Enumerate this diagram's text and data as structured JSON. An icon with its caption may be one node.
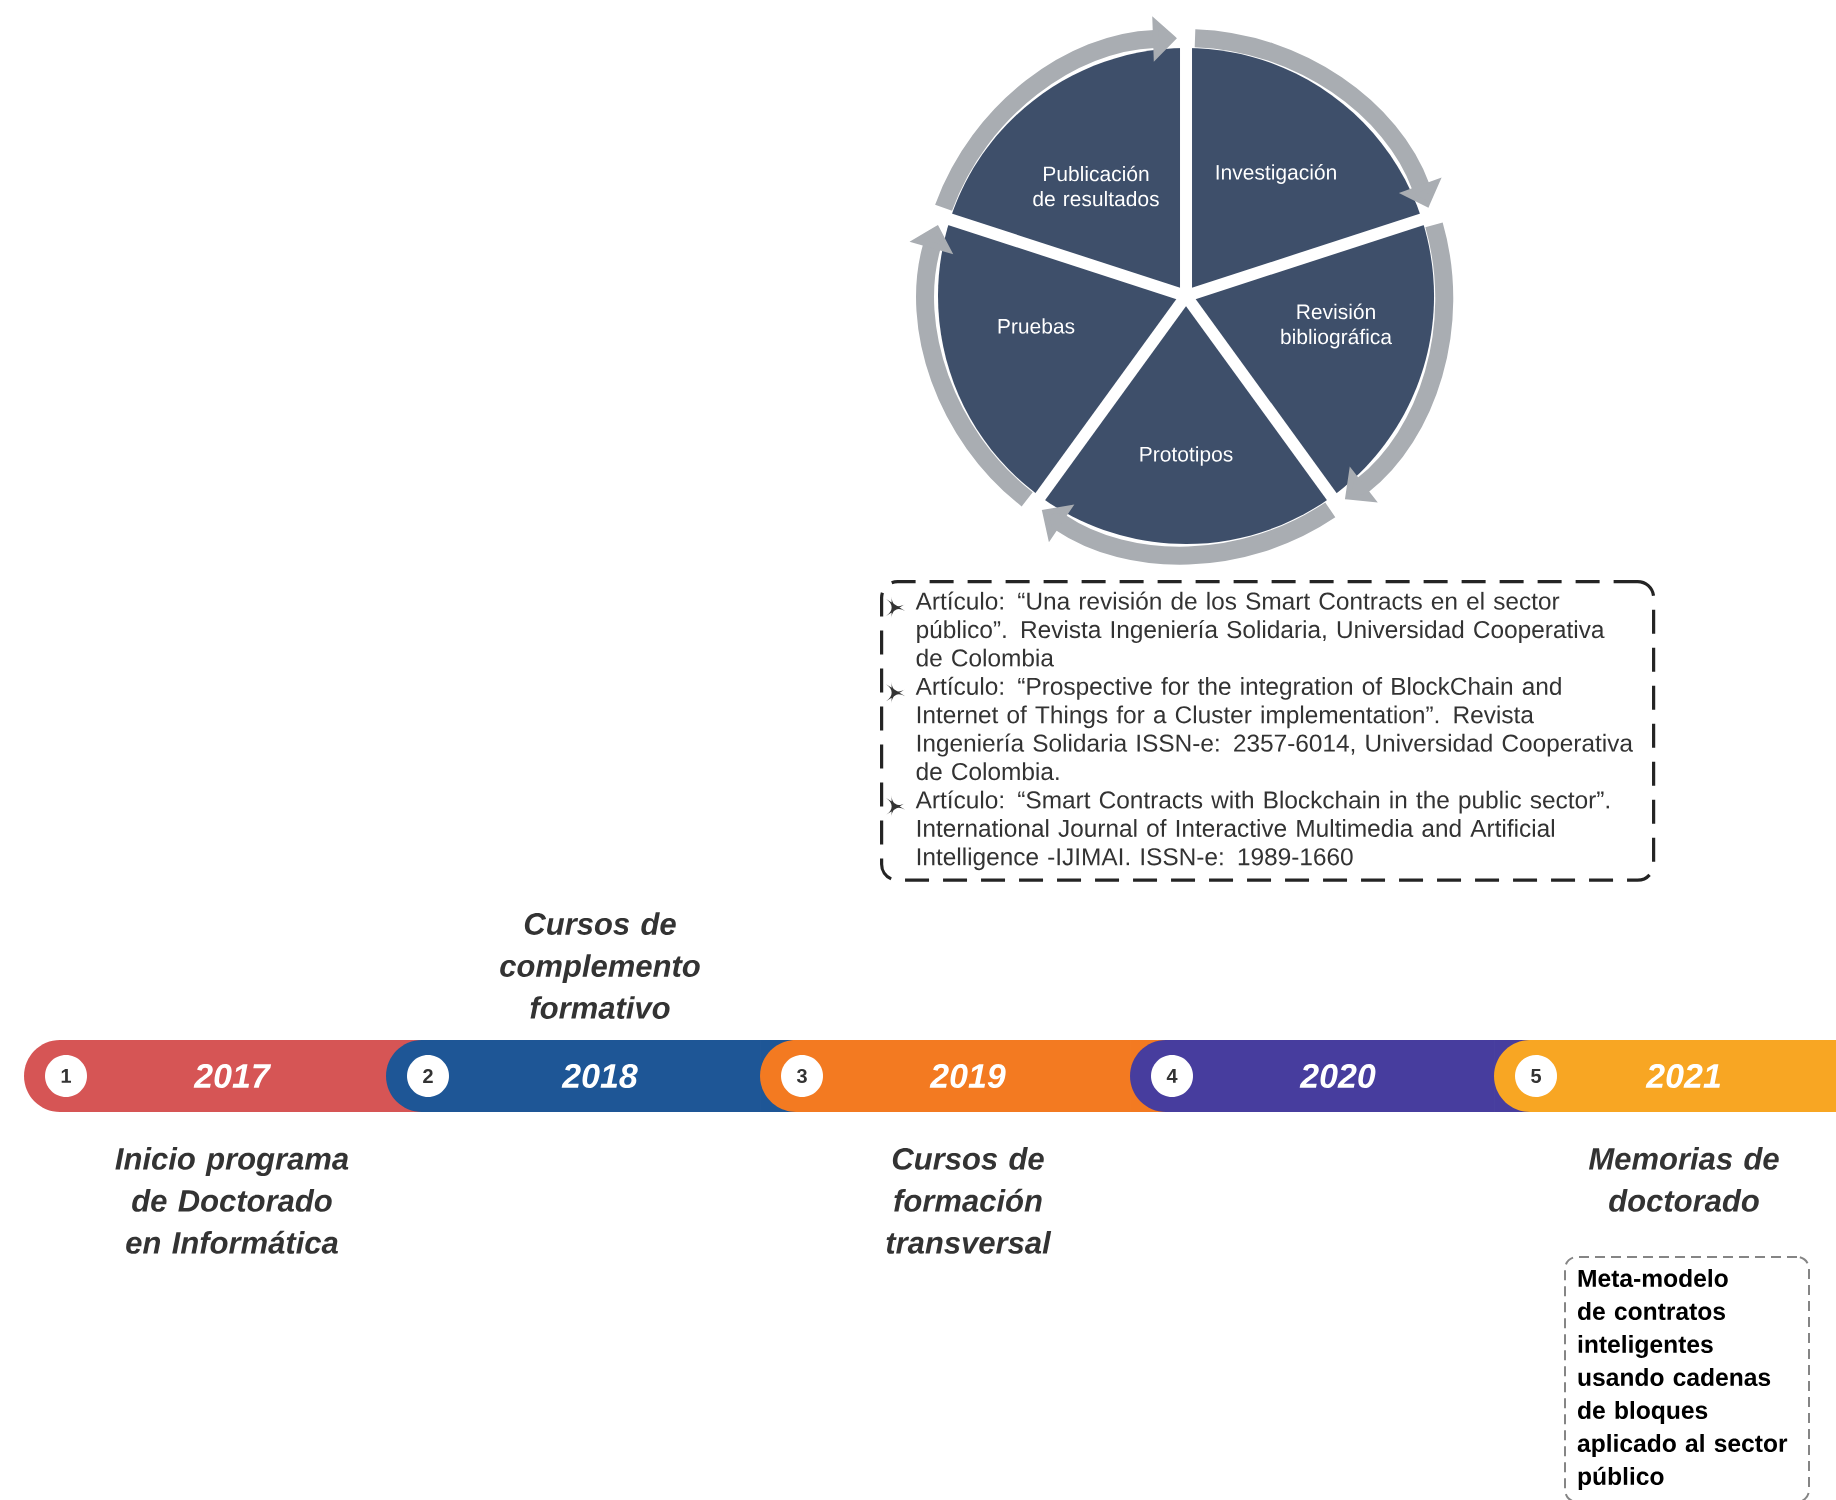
{
  "diagram": {
    "nodes": [
      {
        "text": [
          "Publicación de resultados"
        ]
      },
      {
        "text": [
          "Investigación"
        ]
      },
      {
        "text": [
          "Revisión bibliográfica"
        ]
      },
      {
        "text": [
          "Prototipos"
        ]
      },
      {
        "text": [
          "Pruebas"
        ]
      },
      {
        "text": [
          "Artículo: “Una revisión de los Smart Contracts en el sector público”. Revista Ingeniería Solidaria, Universidad Cooperativa de Colombia",
          "Artículo: “Prospective for the integration of BlockChain and Internet of Things for a Cluster implementation”. Revista Ingeniería Solidaria ISSN-e: 2357-6014, Universidad Cooperativa de Colombia.",
          "Artículo: “Smart Contracts with Blockchain in the public sector”. International Journal of Interactive Multimedia and Artificial Intelligence -IJIMAI. ISSN-e: 1989-1660"
        ]
      },
      {
        "text": [
          "1",
          "2017"
        ],
        "beside": [
          "Inicio programa de Doctorado en Informática"
        ]
      },
      {
        "text": [
          "2",
          "2018"
        ],
        "beside": [
          "Cursos de complemento formativo"
        ]
      },
      {
        "text": [
          "3",
          "2019"
        ],
        "beside": [
          "Cursos de formación transversal"
        ]
      },
      {
        "text": [
          "4",
          "2020"
        ]
      },
      {
        "text": [
          "5",
          "2021"
        ],
        "beside": [
          "Memorias de doctorado"
        ]
      },
      {
        "text": [
          "Meta-modelo de contratos inteligentes usando cadenas de bloques aplicado al sector público"
        ]
      }
    ],
    "edges": [
      {
        "from": 0,
        "to": 1,
        "arrow": "to"
      },
      {
        "from": 1,
        "to": 2,
        "arrow": "to"
      },
      {
        "from": 2,
        "to": 3,
        "arrow": "to"
      },
      {
        "from": 3,
        "to": 4,
        "arrow": "to"
      },
      {
        "from": 4,
        "to": 0,
        "arrow": "to"
      }
    ]
  }
}
